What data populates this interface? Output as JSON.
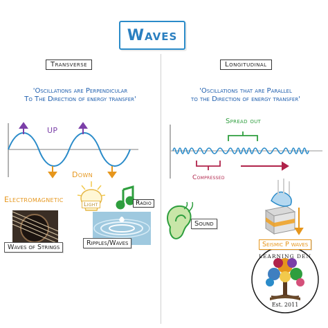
{
  "title": "Waves",
  "transverse": {
    "heading": "Transverse",
    "quote_line1": "'Oscillations are Perpendicular",
    "quote_line2": "To The Direction of energy transfer'",
    "up_label": "UP",
    "down_label": "Down",
    "examples_heading": "Electromagnetic",
    "light_label": "Light",
    "radio_label": "Radio",
    "strings_label": "Waves of Strings",
    "ripples_label": "Ripples/Waves"
  },
  "longitudinal": {
    "heading": "Longitudinal",
    "quote_line1": "'Oscillations that are Parallel",
    "quote_line2": "to the Direction of energy transfer'",
    "spread_label": "Spread out",
    "compressed_label": "Compressed",
    "sound_label": "Sound",
    "seismic_label": "Seismic P waves"
  },
  "logo": {
    "name": "Learning Den",
    "est": "Est. 2011"
  },
  "colors": {
    "blue": "#2a8bc9",
    "purple": "#7b3fa8",
    "orange": "#e6961c",
    "crimson": "#b0234a",
    "green": "#2e9e3e"
  },
  "icons": [
    "wave-icon",
    "up-arrow-icon",
    "down-arrow-icon",
    "bulb-icon",
    "radio-note-icon",
    "ear-icon",
    "tree-icon",
    "block-icon"
  ]
}
